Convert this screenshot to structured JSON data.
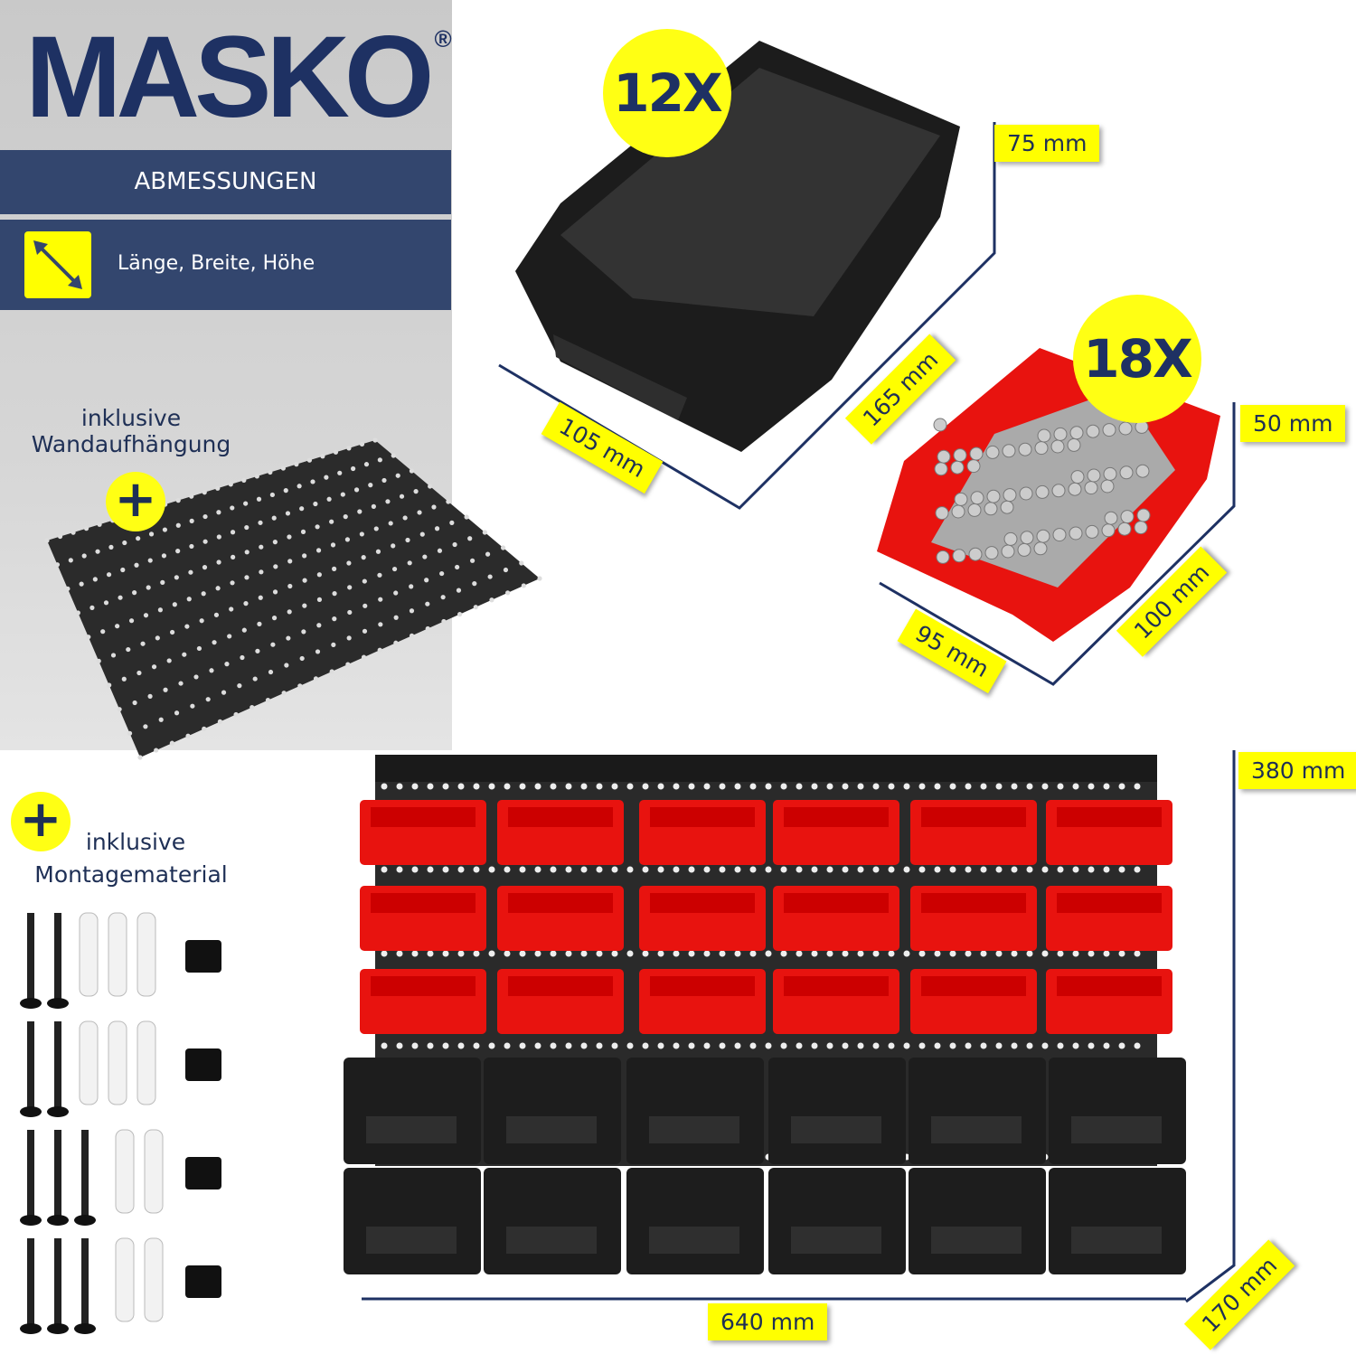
{
  "brand": {
    "name": "MASKO",
    "registered": "®"
  },
  "header": {
    "title": "ABMESSUNGEN",
    "subtitle": "Länge, Breite, Höhe",
    "icon": "diagonal-arrow-icon"
  },
  "wall_mount": {
    "line1": "inklusive",
    "line2": "Wandaufhängung"
  },
  "mounting": {
    "line1": "inklusive",
    "line2": "Montagematerial"
  },
  "black_bin": {
    "count": "12X",
    "height": "75 mm",
    "length": "165 mm",
    "width": "105 mm"
  },
  "red_bin": {
    "count": "18X",
    "height": "50 mm",
    "length": "100 mm",
    "width": "95 mm"
  },
  "wall": {
    "height": "380 mm",
    "width": "640 mm",
    "depth": "170 mm"
  },
  "colors": {
    "navy": "#1e3163",
    "yellow": "#ffff00",
    "red": "#e8130f",
    "bar": "#33466e"
  }
}
